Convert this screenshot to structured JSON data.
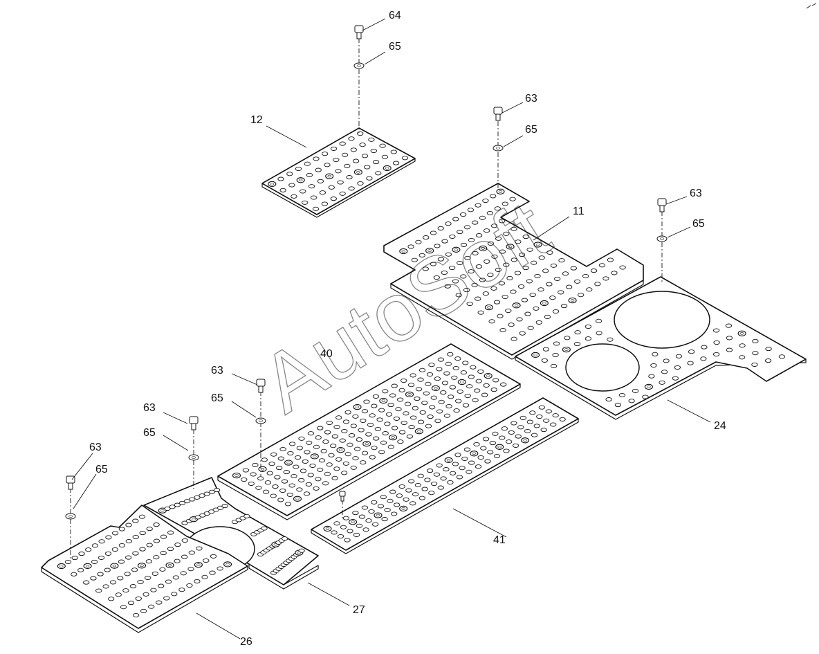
{
  "diagram": {
    "callouts": {
      "c64": "64",
      "c65_top": "65",
      "c12": "12",
      "c63_mid": "63",
      "c65_mid": "65",
      "c11": "11",
      "c63_right": "63",
      "c65_right": "65",
      "c40": "40",
      "c24": "24",
      "c63_a": "63",
      "c65_a": "65",
      "c63_b": "63",
      "c65_b": "65",
      "c63_c": "63",
      "c65_c": "65",
      "c41": "41",
      "c27": "27",
      "c26": "26"
    },
    "watermark": "AutoSoft"
  }
}
